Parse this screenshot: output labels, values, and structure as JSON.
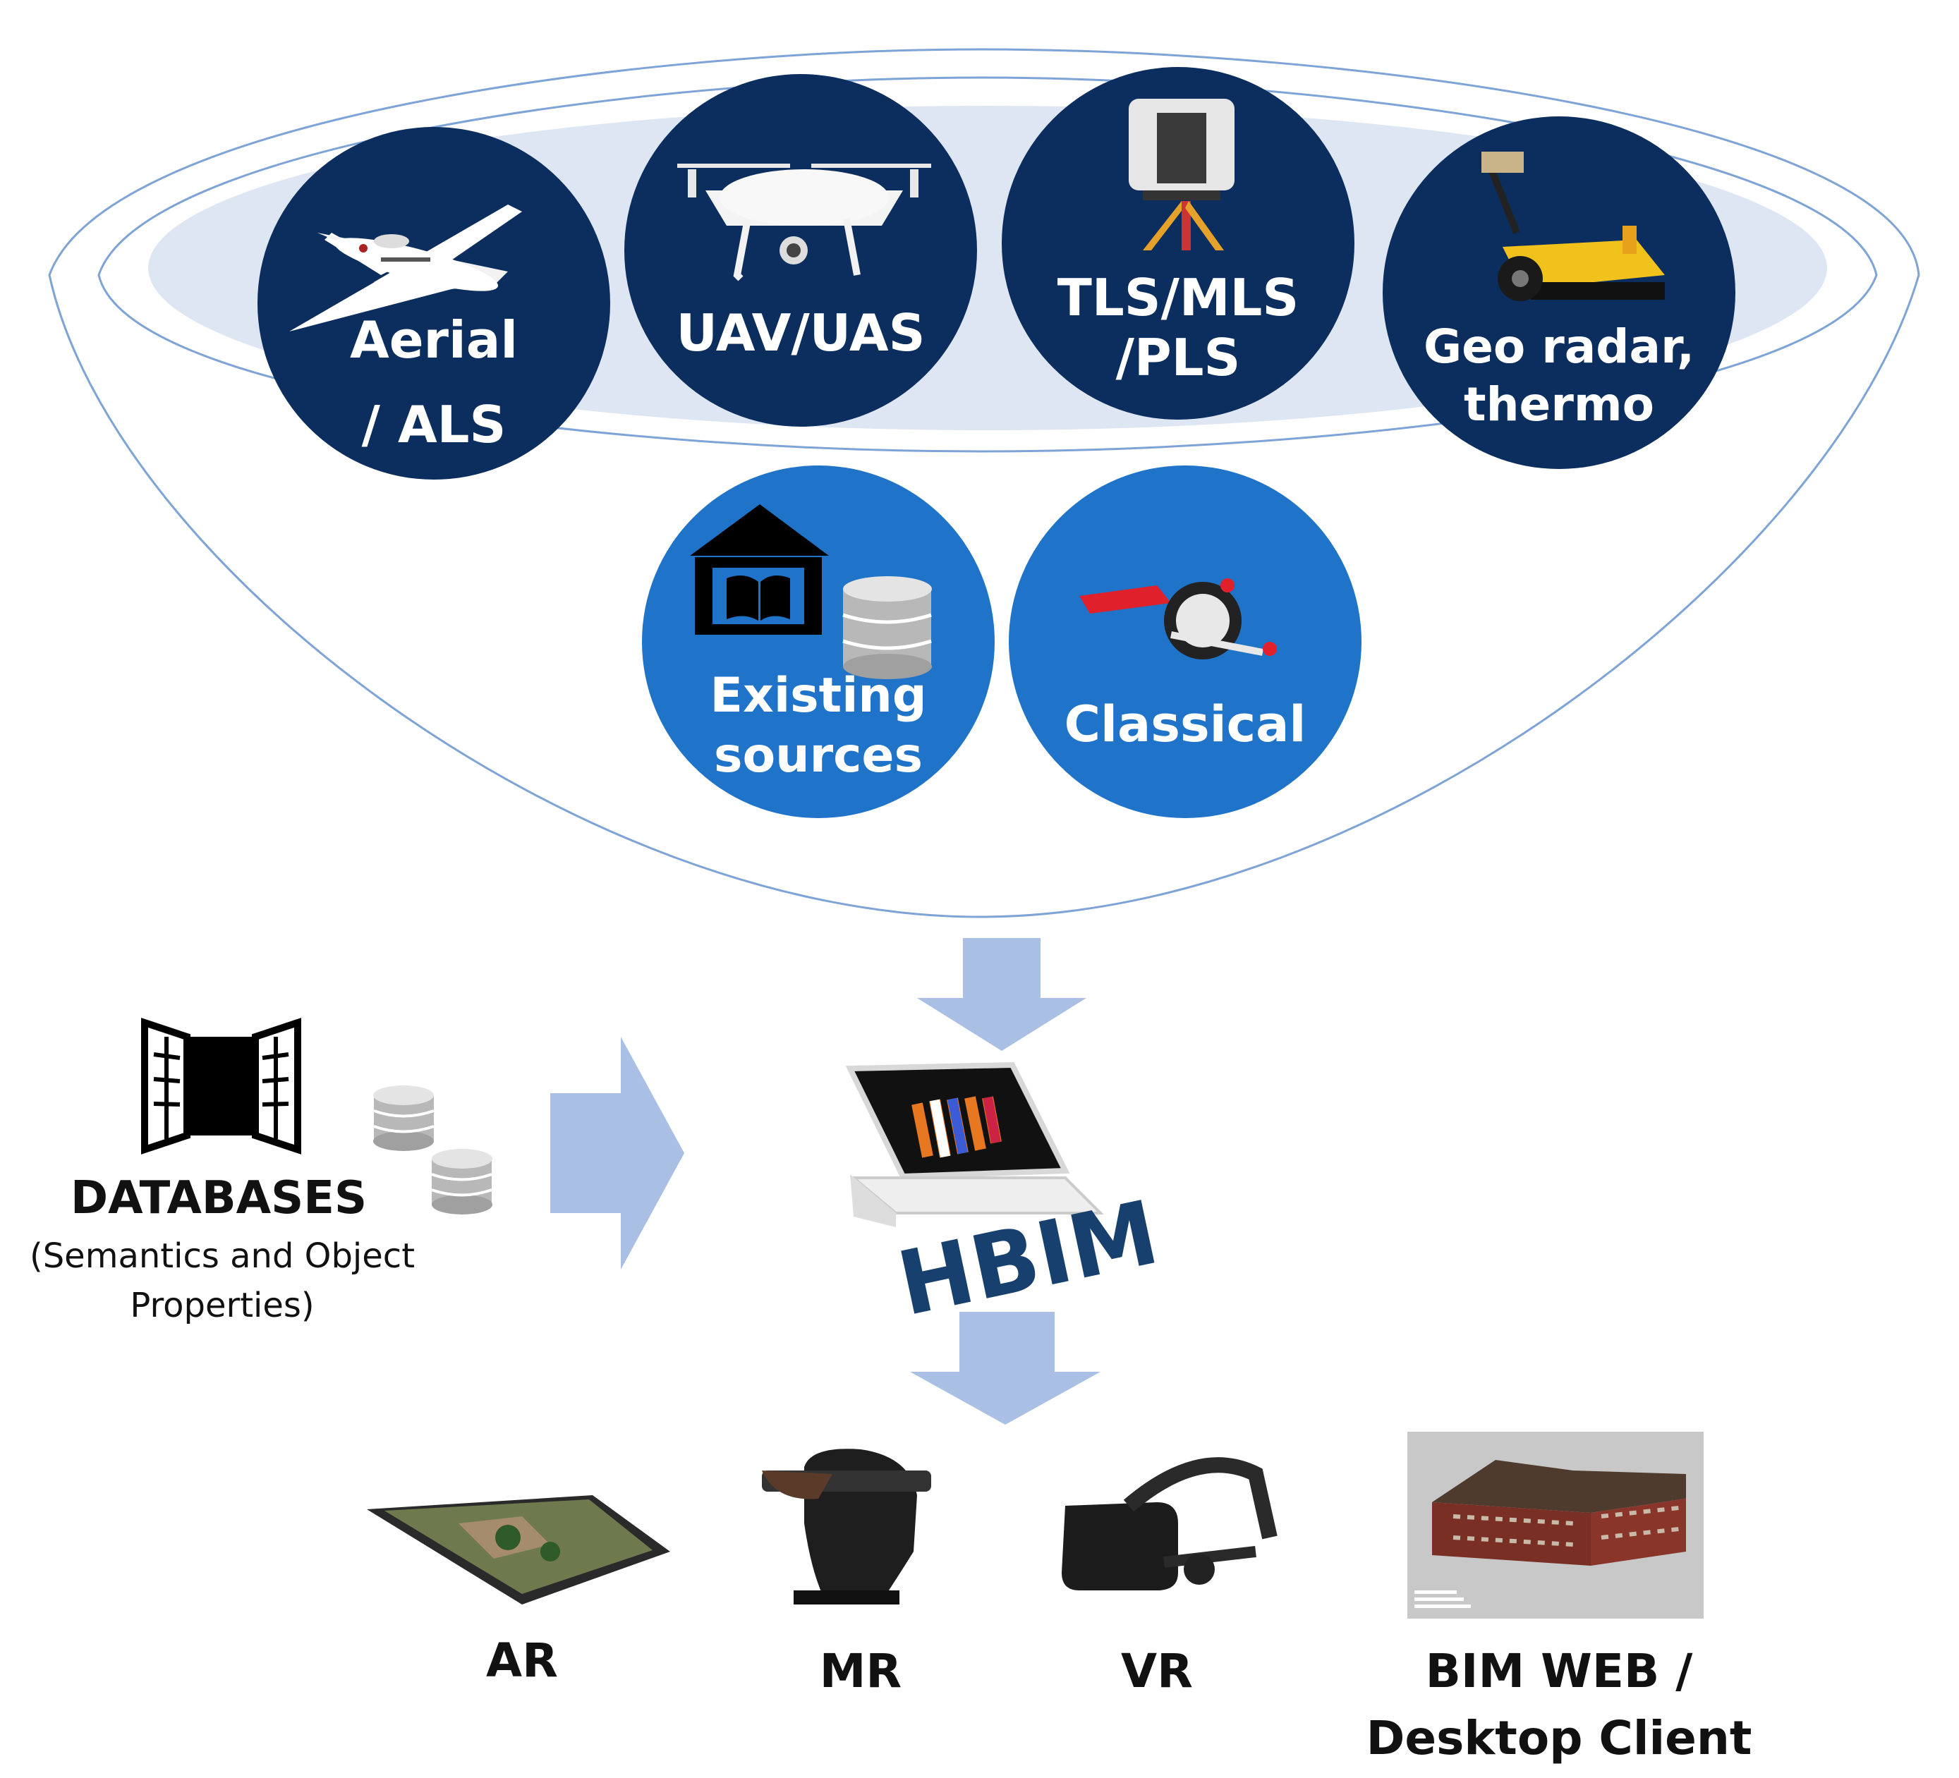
{
  "sources": {
    "aerial": {
      "line1": "Aerial",
      "line2": "/ ALS"
    },
    "uav": {
      "label": "UAV/UAS"
    },
    "tls": {
      "line1": "TLS/MLS",
      "line2": "/PLS"
    },
    "georadar": {
      "line1": "Geo radar,",
      "line2": "thermo"
    },
    "existing": {
      "line1": "Existing",
      "line2": "sources"
    },
    "classical": {
      "label": "Classical"
    }
  },
  "databases": {
    "title": "DATABASES",
    "subtitle_line1": "(Semantics and Object",
    "subtitle_line2": "Properties)"
  },
  "hbim": {
    "label": "HBIM"
  },
  "outputs": {
    "ar": "AR",
    "mr": "MR",
    "vr": "VR",
    "bim_line1": "BIM WEB /",
    "bim_line2": "Desktop Client"
  },
  "colors": {
    "dark_circle": "#0b2e5e",
    "light_circle": "#1f73c8",
    "funnel_line": "#7ea3d6",
    "ellipse_fill": "#dfe6f3",
    "arrow": "#a9bfe3",
    "hbim_text": "#17406f"
  }
}
